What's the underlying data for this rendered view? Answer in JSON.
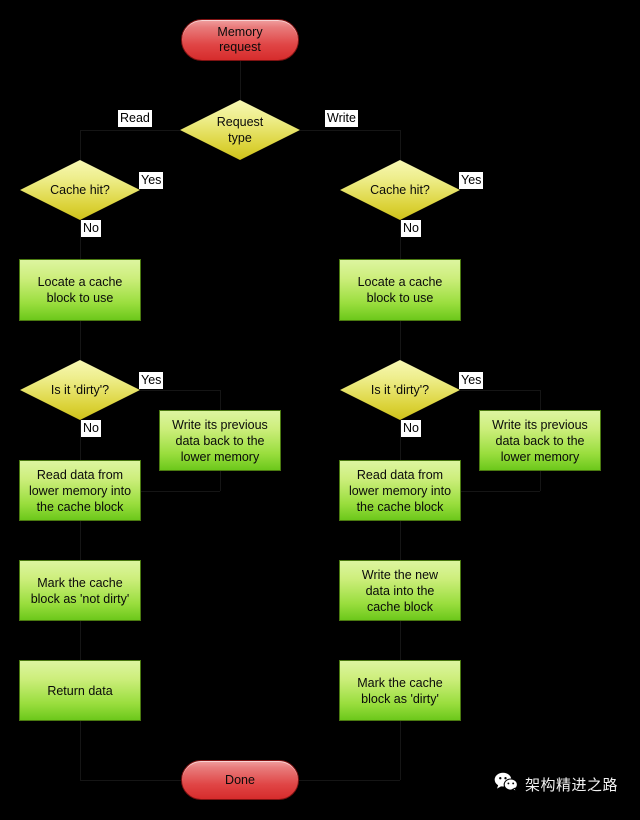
{
  "diagram": {
    "title": "Cache memory request handling flowchart",
    "colors": {
      "background": "#000000",
      "terminator_fill_top": "#f0a0a0",
      "terminator_fill_bottom": "#d62c2c",
      "process_fill_top": "#ddf5a0",
      "process_fill_bottom": "#6cc81b",
      "decision_fill_top": "#f7f7b4",
      "decision_fill_bottom": "#cfc21a",
      "edge_label_bg": "#ffffff",
      "edge_label_text": "#000000",
      "connector": "#151515"
    },
    "nodes": {
      "start": "Memory\nrequest",
      "request_type": "Request\ntype",
      "read_cache_hit": "Cache hit?",
      "write_cache_hit": "Cache hit?",
      "read_locate_block": "Locate a cache\nblock to use",
      "write_locate_block": "Locate a cache\nblock to use",
      "read_is_dirty": "Is it 'dirty'?",
      "write_is_dirty": "Is it 'dirty'?",
      "read_writeback": "Write its previous\ndata back to the\nlower memory",
      "write_writeback": "Write its previous\ndata back to the\nlower memory",
      "read_fill_block": "Read data from\nlower memory into\nthe cache block",
      "write_fill_block": "Read data from\nlower memory into\nthe cache block",
      "read_mark_not_dirty": "Mark the cache\nblock as 'not dirty'",
      "write_store_data": "Write the new\ndata into the\ncache block",
      "read_return_data": "Return data",
      "write_mark_dirty": "Mark the cache\nblock as 'dirty'",
      "end": "Done"
    },
    "edge_labels": {
      "read": "Read",
      "write": "Write",
      "read_hit_yes": "Yes",
      "read_hit_no": "No",
      "write_hit_yes": "Yes",
      "write_hit_no": "No",
      "read_dirty_yes": "Yes",
      "read_dirty_no": "No",
      "write_dirty_yes": "Yes",
      "write_dirty_no": "No"
    },
    "watermark": {
      "text": "架构精进之路",
      "icon": "wechat-icon"
    }
  }
}
